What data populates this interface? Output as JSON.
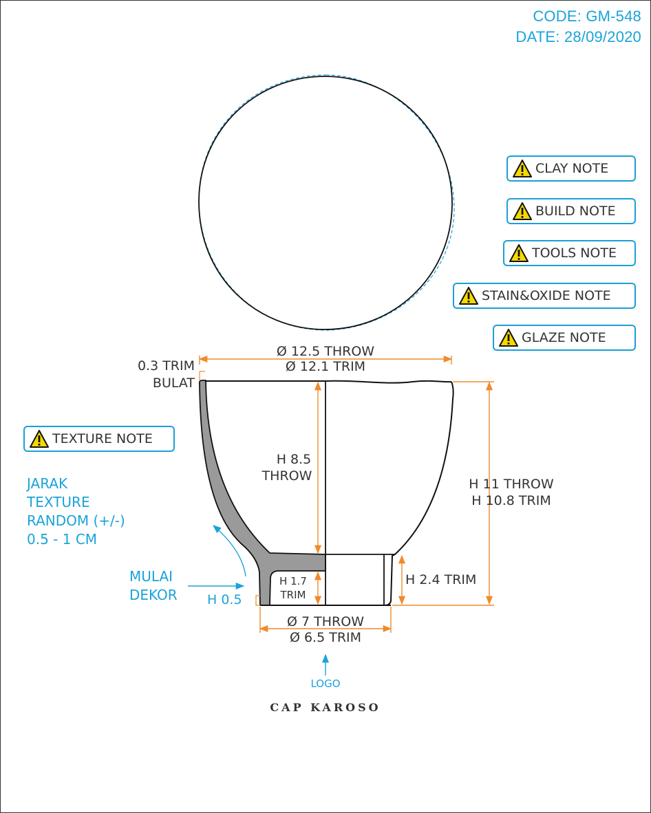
{
  "header": {
    "code": "CODE: GM-548",
    "date": "DATE: 28/09/2020"
  },
  "notes": {
    "clay": "CLAY NOTE",
    "build": "BUILD NOTE",
    "tools": "TOOLS NOTE",
    "stain_oxide": "STAIN&OXIDE NOTE",
    "glaze": "GLAZE NOTE",
    "texture": "TEXTURE NOTE"
  },
  "texture_spec": {
    "line1": "JARAK",
    "line2": "TEXTURE",
    "line3": "RANDOM (+/-)",
    "line4": "0.5 - 1 CM"
  },
  "start_decor": {
    "line1": "MULAI",
    "line2": "DEKOR",
    "height": "H 0.5"
  },
  "dimensions": {
    "rim_throw": "Ø 12.5 THROW",
    "rim_trim": "Ø 12.1 TRIM",
    "wall_trim": "0.3 TRIM",
    "lip": "BULAT",
    "inner_h": "H 8.5",
    "inner_h_note": "THROW",
    "total_throw": "H 11 THROW",
    "total_trim": "H 10.8 TRIM",
    "foot_inner_h": "H 1.7",
    "foot_inner_note": "TRIM",
    "foot_h": "H 2.4 TRIM",
    "base_throw": "Ø 7 THROW",
    "base_trim": "Ø 6.5 TRIM"
  },
  "logo": {
    "label": "LOGO",
    "stamp": "CAP KAROSO"
  },
  "colors": {
    "accent": "#1aa3d9",
    "dimension": "#f08a2c",
    "outline": "#111111",
    "section_fill": "#9a9a9a",
    "warning": "#f5d800"
  },
  "icons": {
    "note_icon": "warning-triangle-icon"
  }
}
